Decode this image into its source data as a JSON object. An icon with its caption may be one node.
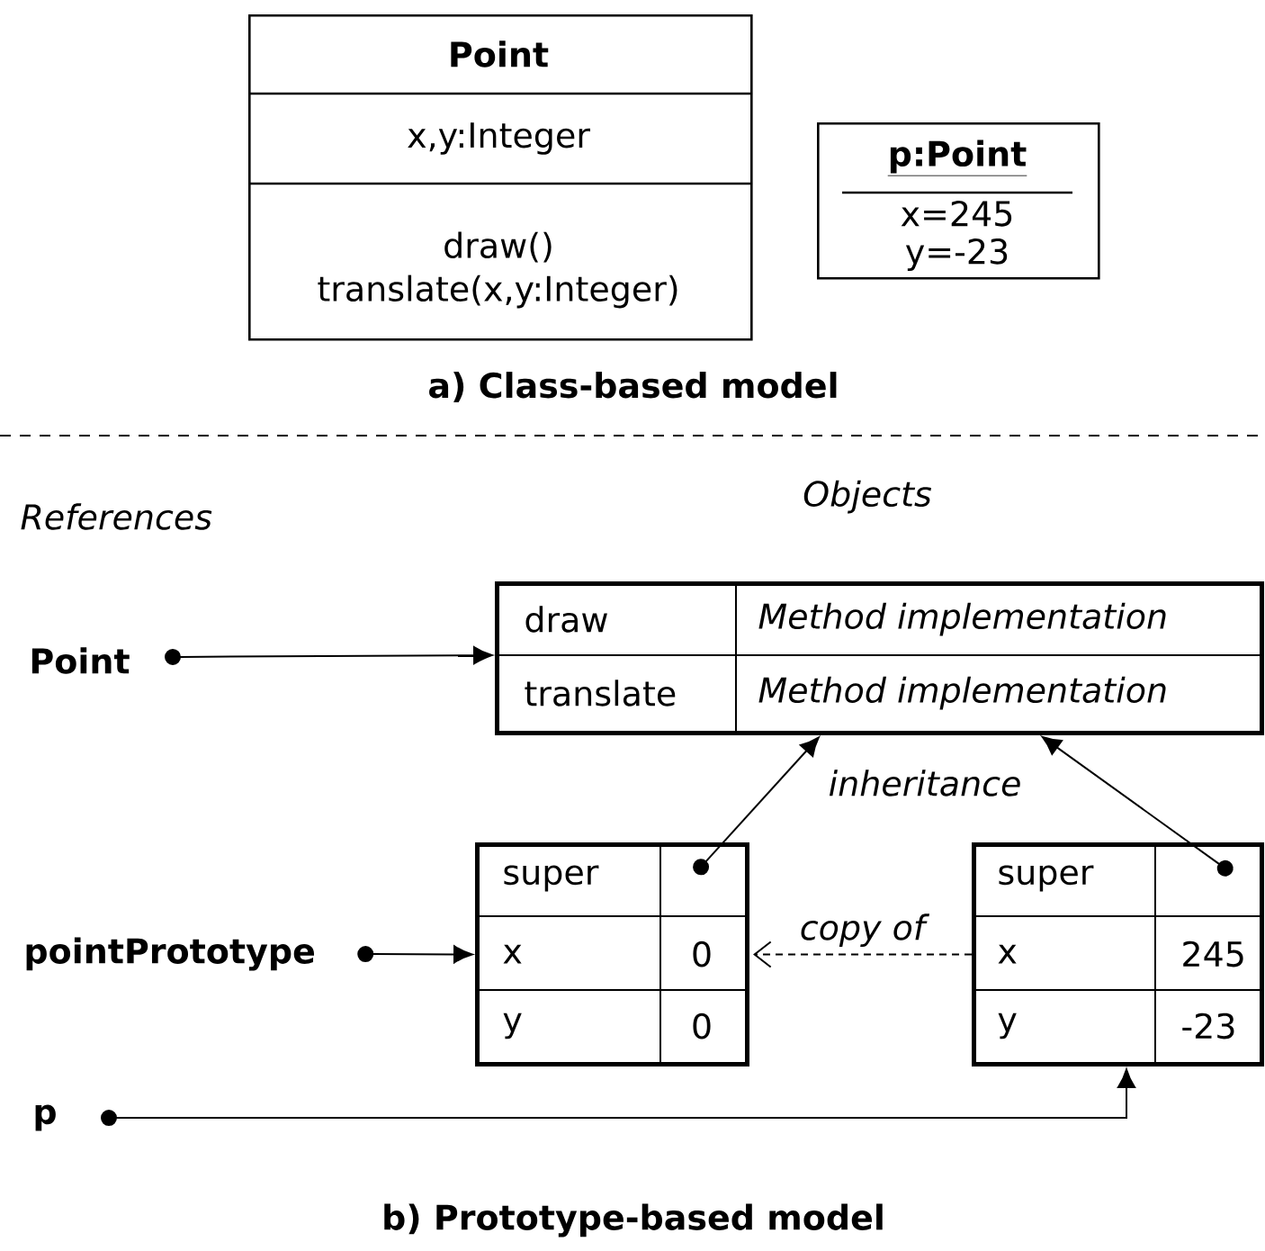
{
  "diagram": {
    "nodes": [
      {
        "text": [
          "Point",
          "x,y:Integer",
          "draw() translate(x,y:Integer)"
        ]
      },
      {
        "text": [
          "p:Point",
          "x=245 y=-23"
        ]
      },
      {
        "text": [
          "Point"
        ]
      },
      {
        "text": [
          "draw",
          "Method implementation",
          "translate",
          "Method implementation"
        ]
      },
      {
        "text": [
          "pointPrototype"
        ]
      },
      {
        "text": [
          "super",
          "x",
          "0",
          "y",
          "0"
        ]
      },
      {
        "text": [
          "super",
          "x",
          "245",
          "y",
          "-23"
        ]
      },
      {
        "text": [
          "p"
        ]
      }
    ],
    "edges": [
      {
        "from": 2,
        "to": 3,
        "arrow": "to"
      },
      {
        "from": 4,
        "to": 5,
        "arrow": "to"
      },
      {
        "from": 5,
        "to": 3,
        "arrow": "to"
      },
      {
        "from": 6,
        "to": 3,
        "arrow": "to"
      },
      {
        "from": 6,
        "to": 5,
        "arrow": "to",
        "label": "copy of",
        "style": "dashed"
      },
      {
        "from": 7,
        "to": 6,
        "arrow": "to"
      }
    ],
    "labels": [
      "a) Class-based model",
      "References",
      "Objects",
      "inheritance",
      "b) Prototype-based model"
    ]
  }
}
